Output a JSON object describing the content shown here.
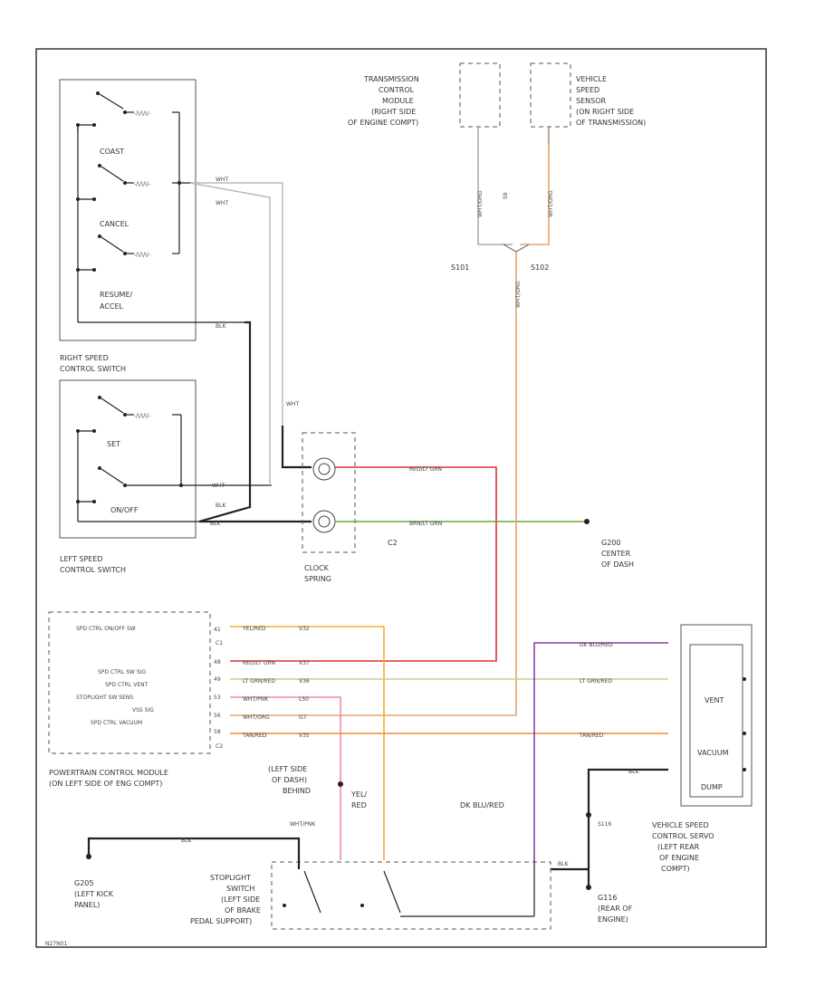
{
  "colors": {
    "orange_tan": "#e9a46a",
    "red_dkgrn": "#e03030",
    "brown_lgrn": "#6aaa3a",
    "ltgrn_red": "#c8d08a",
    "yel_red": "#f0b030",
    "wht_pnk": "#f08aa8",
    "dkblu_red": "#8a3fb0",
    "tan_red": "#f08a30",
    "ground": "#222222",
    "white_wire": "#b8b8b8"
  },
  "labels": {
    "tcm": [
      "TRANSMISSION",
      "CONTROL",
      "MODULE",
      "(RIGHT SIDE",
      "OF ENGINE COMPT)"
    ],
    "vss": [
      "VEHICLE",
      "SPEED",
      "SENSOR",
      "(ON RIGHT SIDE",
      "OF TRANSMISSION)"
    ],
    "right_switch": [
      "RIGHT SPEED",
      "CONTROL SWITCH"
    ],
    "left_switch": [
      "LEFT SPEED",
      "CONTROL SWITCH"
    ],
    "coast": "COAST",
    "cancel": "CANCEL",
    "resume": [
      "RESUME/",
      "ACCEL"
    ],
    "set": "SET",
    "onoff": "ON/OFF",
    "clock_spring": [
      "CLOCK",
      "SPRING"
    ],
    "c2": "C2",
    "g200": [
      "G200",
      "CENTER",
      "OF DASH"
    ],
    "pcm": [
      "POWERTRAIN CONTROL MODULE",
      "(ON LEFT SIDE OF ENG COMPT)"
    ],
    "pcm_pins": [
      "SPD CTRL ON/OFF SW",
      "C1",
      "SPD CTRL SW SIG",
      "SPD CTRL VENT",
      "STOPLIGHT SW SENS",
      "VSS SIG",
      "SPD CTRL VACUUM",
      "C2"
    ],
    "pin_nums": [
      "41",
      "48",
      "49",
      "53",
      "56",
      "58"
    ],
    "servo": [
      "VEHICLE SPEED",
      "CONTROL SERVO",
      "(LEFT REAR",
      "OF ENGINE",
      "COMPT)"
    ],
    "vent": "VENT",
    "vacuum": "VACUUM",
    "dump": "DUMP",
    "stoplight": [
      "STOPLIGHT",
      "SWITCH",
      "(LEFT SIDE",
      "OF BRAKE",
      "PEDAL SUPPORT)"
    ],
    "g205": [
      "G205",
      "(LEFT KICK",
      "PANEL)"
    ],
    "left_side_dash": [
      "(LEFT SIDE",
      "OF DASH)",
      "BEHIND"
    ],
    "g116": [
      "G116",
      "(REAR OF",
      "ENGINE)"
    ],
    "s116": "S116",
    "yel_red_vert": [
      "YEL/",
      "RED"
    ],
    "dk_blu_red": "DK BLU/RED",
    "wht_pnk": "WHT/PNK",
    "blk": "BLK",
    "whtl": "WHT",
    "s9": "S9",
    "wire_tcm": "WHT/ORG",
    "wire_vss": "WHT/ORG",
    "s101": "S101",
    "s102": "S102",
    "wire_vert_center": "WHT/ORG",
    "wire_red_dkgrn": "RED/LT GRN",
    "wire_brn_lgrn": "BRN/LT GRN",
    "wire_yel_red": "YEL/RED",
    "wire_v32": "V32",
    "wire_red_ltgrn_b": "RED/LT GRN",
    "wire_v37": "V37",
    "wire_lt_grn_red": "LT GRN/RED",
    "wire_v36": "V36",
    "wire_wht_pnk": "WHT/PNK",
    "wire_l50": "L50",
    "wire_wht_org": "WHT/ORG",
    "wire_g7": "G7",
    "wire_tan_red": "TAN/RED",
    "wire_v35": "V35",
    "servo_dkblu": "DK BLU/RED",
    "servo_ltgrn": "LT GRN/RED",
    "servo_tan": "TAN/RED",
    "servo_blk": "BLK",
    "code": "N27N01"
  }
}
